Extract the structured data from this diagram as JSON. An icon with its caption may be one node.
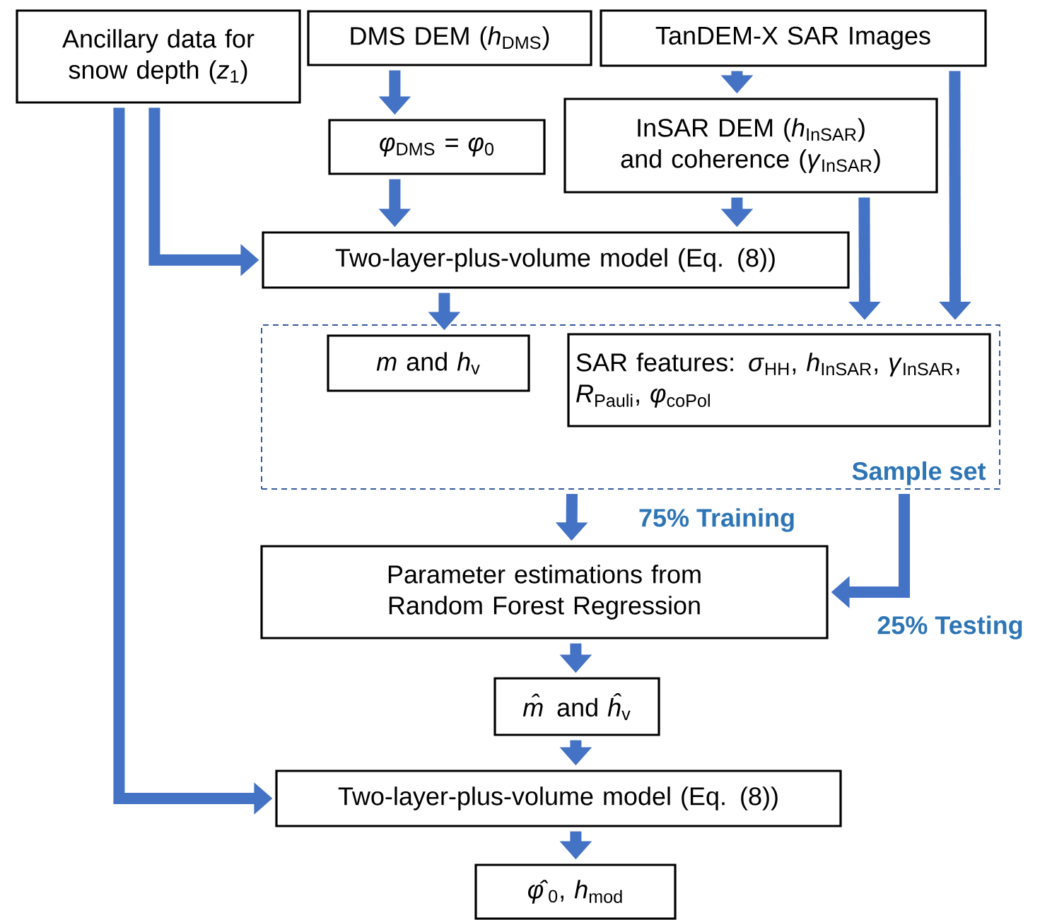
{
  "diagram": {
    "nodes": [
      {
        "text": [
          "Ancillary data for snow depth (*z*$_{1}$)"
        ]
      },
      {
        "text": [
          "DMS DEM (*h*$_{DMS}$)"
        ]
      },
      {
        "text": [
          "TanDEM-X SAR Images"
        ]
      },
      {
        "text": [
          "*φ*$_{DMS}$ = *φ*$_{0}$"
        ]
      },
      {
        "text": [
          "InSAR DEM (*h*$_{InSAR}$) and coherence (*γ*$_{InSAR}$)"
        ]
      },
      {
        "text": [
          "Two-layer-plus-volume model (Eq. (8))"
        ]
      },
      {
        "text": [
          "Sample set"
        ]
      },
      {
        "text": [
          "*m* and *h*$_{v}$"
        ],
        "in": 6
      },
      {
        "text": [
          "SAR features: *σ*$_{HH}$, *h*$_{InSAR}$, *γ*$_{InSAR}$, *R*$_{Pauli}$, *φ*$_{coPol}$"
        ],
        "in": 6
      },
      {
        "text": [
          "Parameter estimations from Random Forest Regression"
        ]
      },
      {
        "text": [
          "*m̂* and *ĥ*$_{v}$"
        ]
      },
      {
        "text": [
          "Two-layer-plus-volume model (Eq. (8))"
        ]
      },
      {
        "text": [
          "*φ̂*$_{0}$, *h*$_{mod}$"
        ]
      }
    ],
    "edges": [
      {
        "from": 0,
        "to": 5,
        "arrow": "to"
      },
      {
        "from": 0,
        "to": 11,
        "arrow": "to"
      },
      {
        "from": 1,
        "to": 3,
        "arrow": "to"
      },
      {
        "from": 3,
        "to": 5,
        "arrow": "to"
      },
      {
        "from": 2,
        "to": 4,
        "arrow": "to"
      },
      {
        "from": 4,
        "to": 5,
        "arrow": "to"
      },
      {
        "from": 4,
        "to": 6,
        "arrow": "to"
      },
      {
        "from": 2,
        "to": 6,
        "arrow": "to"
      },
      {
        "from": 5,
        "to": 7,
        "arrow": "to"
      },
      {
        "from": 6,
        "to": 9,
        "arrow": "to",
        "label": "75% Training"
      },
      {
        "from": 6,
        "to": 9,
        "arrow": "to",
        "label": "25% Testing"
      },
      {
        "from": 9,
        "to": 10,
        "arrow": "to"
      },
      {
        "from": 10,
        "to": 11,
        "arrow": "to"
      },
      {
        "from": 11,
        "to": 12,
        "arrow": "to"
      }
    ]
  }
}
